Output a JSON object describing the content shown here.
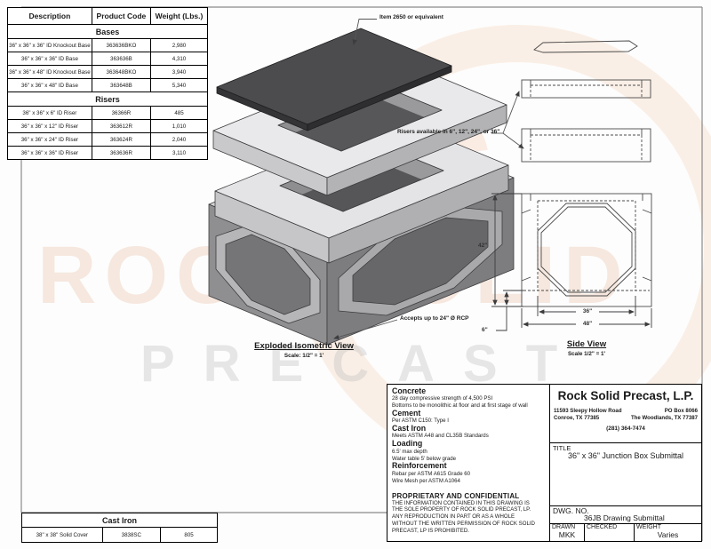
{
  "watermark": {
    "line1": "ROCK SOLID",
    "line2": "PRECAST",
    "logo_letter": "S",
    "orange": "#e89050",
    "gray": "#c8c8c8"
  },
  "colors": {
    "line": "#3c3c3e",
    "plate_dark": "#4c4c4e",
    "concrete_light": "#e4e4e6",
    "concrete_mid": "#8f8f91",
    "concrete_dark": "#59595b"
  },
  "parts_table": {
    "headers": [
      "Description",
      "Product Code",
      "Weight (Lbs.)"
    ],
    "sections": [
      {
        "title": "Bases",
        "rows": [
          [
            "36\" x 36\" x 36\" ID Knockout Base",
            "363636BKO",
            "2,980"
          ],
          [
            "36\" x 36\" x 36\" ID Base",
            "363636B",
            "4,310"
          ],
          [
            "36\" x 36\" x 48\" ID Knockout Base",
            "363648BKO",
            "3,940"
          ],
          [
            "36\" x 36\" x 48\" ID Base",
            "363648B",
            "5,340"
          ]
        ]
      },
      {
        "title": "Risers",
        "rows": [
          [
            "36\" x 36\" x 6\" ID Riser",
            "36366R",
            "485"
          ],
          [
            "36\" x 36\" x 12\" ID Riser",
            "363612R",
            "1,010"
          ],
          [
            "36\" x 36\" x 24\" ID Riser",
            "363624R",
            "2,040"
          ],
          [
            "36\" x 36\" x 36\" ID Riser",
            "363636R",
            "3,110"
          ]
        ]
      }
    ]
  },
  "cast_iron_table": {
    "title": "Cast Iron",
    "row": [
      "38\" x 38\" Solid Cover",
      "3838SC",
      "805"
    ]
  },
  "annotations": {
    "cover": "Item 2650 or equivalent",
    "risers": "Risers available in 6\", 12\", 24\", or 36\"",
    "rcp": "Accepts up to 24\" Ø RCP"
  },
  "exploded_view": {
    "title": "Exploded Isometric View",
    "scale": "Scale: 1/2\" = 1'"
  },
  "side_view": {
    "title": "Side View",
    "scale": "Scale 1/2\" = 1'",
    "dims": {
      "height": "42\"",
      "inner_width": "36\"",
      "outer_width": "48\"",
      "floor": "6\""
    }
  },
  "notes": {
    "sections": [
      {
        "heading": "Concrete",
        "lines": [
          "28 day compressive strength of 4,500 PSI",
          "Bottoms to be monolithic at floor and at first stage of wall"
        ]
      },
      {
        "heading": "Cement",
        "lines": [
          "Per ASTM C150: Type I"
        ]
      },
      {
        "heading": "Cast Iron",
        "lines": [
          "Meets ASTM A48 and CL35B Standards"
        ]
      },
      {
        "heading": "Loading",
        "lines": [
          "6.5' max depth",
          "Water table 5' below grade"
        ]
      },
      {
        "heading": "Reinforcement",
        "lines": [
          "Rebar per ASTM A615 Grade 60",
          "Wire Mesh per ASTM A1064"
        ]
      }
    ],
    "proprietary": {
      "heading": "PROPRIETARY AND CONFIDENTIAL",
      "body": "THE INFORMATION CONTAINED IN THIS DRAWING IS THE SOLE PROPERTY OF ROCK SOLID PRECAST, LP.  ANY REPRODUCTION IN PART OR AS A WHOLE WITHOUT THE WRITTEN PERMISSION OF ROCK SOLID PRECAST, LP IS PROHIBITED."
    }
  },
  "title_block": {
    "company": "Rock Solid Precast, L.P.",
    "address_left": [
      "11593 Sleepy Hollow Road",
      "Conroe, TX 77385"
    ],
    "address_right": [
      "PO Box 8066",
      "The Woodlands, TX 77387"
    ],
    "phone": "(281) 364-7474",
    "title_label": "TITLE",
    "title": "36\" x 36\" Junction Box Submittal",
    "dwg_label": "DWG.  NO.",
    "dwg_no": "36JB Drawing Submittal",
    "drawn_label": "DRAWN",
    "drawn": "MKK",
    "checked_label": "CHECKED",
    "checked": "",
    "weight_label": "WEIGHT",
    "weight": "Varies"
  }
}
